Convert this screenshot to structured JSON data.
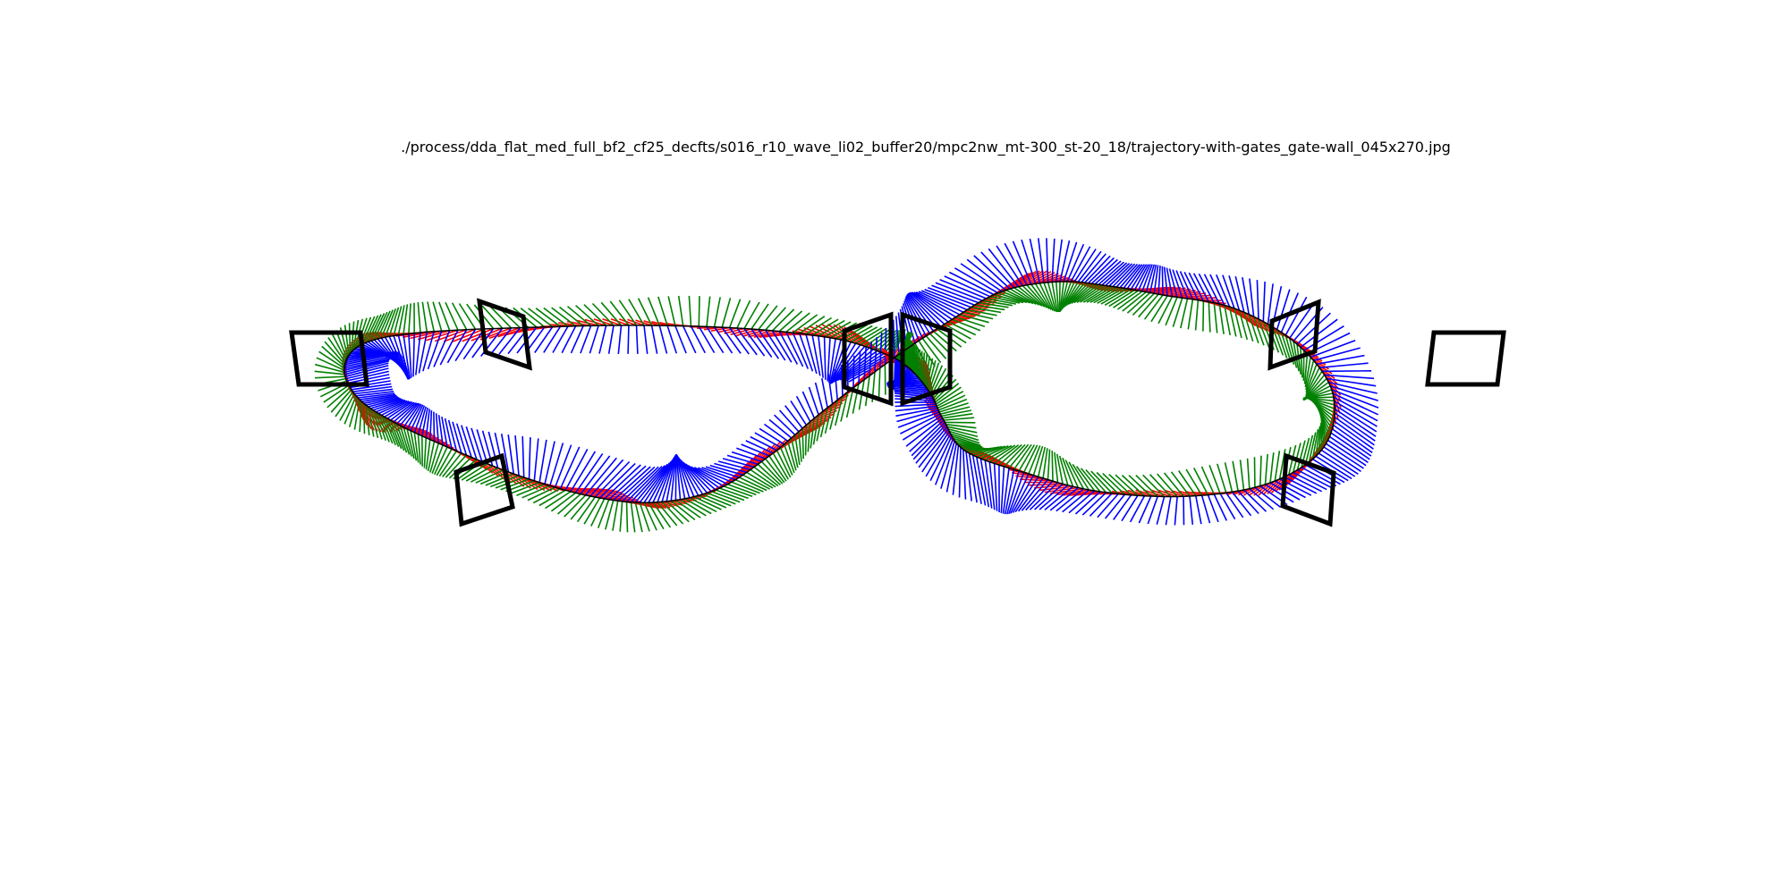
{
  "figure": {
    "title": "./process/dda_flat_med_full_bf2_cf25_decfts/s016_r10_wave_li02_buffer20/mpc2nw_mt-300_st-20_18/trajectory-with-gates_gate-wall_045x270.jpg"
  },
  "colors": {
    "background": "#ffffff",
    "gate": "#000000",
    "axis_x": "#ff0000",
    "axis_y": "#008000",
    "axis_z": "#0000ff",
    "path": "#000000"
  },
  "legend_meaning": {
    "gate-icon": "square gate frames",
    "axis_triads": [
      "red",
      "green",
      "blue"
    ]
  }
}
